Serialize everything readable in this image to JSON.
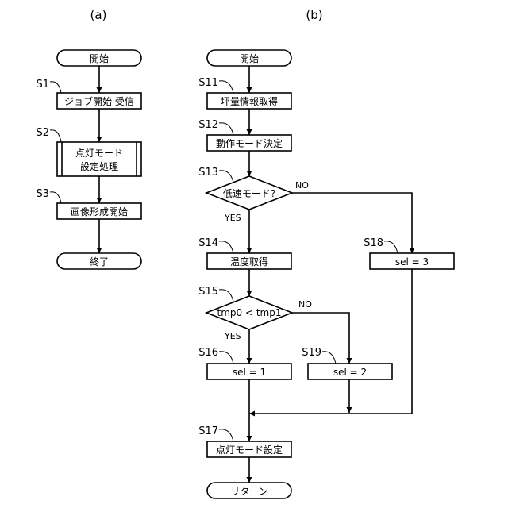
{
  "panels": {
    "a": "(a)",
    "b": "(b)"
  },
  "flow_a": {
    "start": "開始",
    "s1_label": "S1",
    "s1_text": "ジョブ開始 受信",
    "s2_label": "S2",
    "s2_text_line1": "点灯モード",
    "s2_text_line2": "設定処理",
    "s3_label": "S3",
    "s3_text": "画像形成開始",
    "end": "終了"
  },
  "flow_b": {
    "start": "開始",
    "s11_label": "S11",
    "s11_text": "坪量情報取得",
    "s12_label": "S12",
    "s12_text": "動作モード決定",
    "s13_label": "S13",
    "s13_text": "低速モード?",
    "s13_no": "NO",
    "s13_yes": "YES",
    "s14_label": "S14",
    "s14_text": "温度取得",
    "s15_label": "S15",
    "s15_text": "tmp0 < tmp1",
    "s15_no": "NO",
    "s15_yes": "YES",
    "s16_label": "S16",
    "s16_text": "sel = 1",
    "s17_label": "S17",
    "s17_text": "点灯モード設定",
    "s18_label": "S18",
    "s18_text": "sel = 3",
    "s19_label": "S19",
    "s19_text": "sel = 2",
    "end": "リターン"
  }
}
